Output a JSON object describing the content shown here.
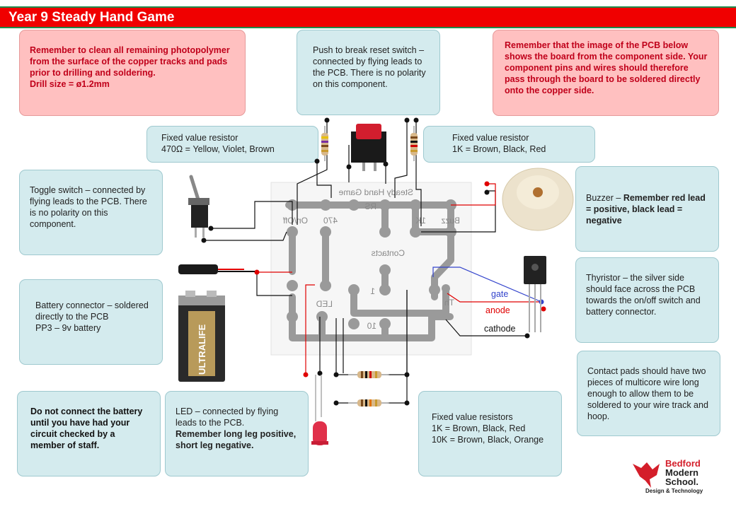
{
  "title": "Year 9 Steady Hand Game",
  "boxes": {
    "cleaning": {
      "text": "Remember to clean all remaining photopolymer from the surface of the copper tracks and pads prior to drilling and soldering.",
      "drill": "Drill size = ø1.2mm"
    },
    "reset_switch": "Push to break reset switch – connected by flying leads to the PCB. There is no polarity on this component.",
    "pcb_side": "Remember that the image of the PCB below shows the board from the component side. Your component pins and wires should therefore pass through the board to be soldered directly onto the copper side.",
    "resistor_470": {
      "line1": "Fixed value resistor",
      "line2": "470Ω = Yellow, Violet, Brown"
    },
    "resistor_1k": {
      "line1": "Fixed value resistor",
      "line2": "1K = Brown, Black, Red"
    },
    "toggle_switch": "Toggle switch – connected by flying leads to the PCB. There is no polarity on this component.",
    "buzzer": {
      "lead": "Buzzer – ",
      "bold": "Remember red lead = positive, black lead = negative"
    },
    "battery_connector": {
      "line1": "Battery connector – soldered directly to the PCB",
      "line2": "PP3 – 9v battery"
    },
    "thyristor": "Thyristor – the silver side should face across the PCB towards the on/off switch and battery connector.",
    "contact_pads": "Contact pads should have two pieces of multicore wire long enough to allow them to be soldered to your wire track and hoop.",
    "warning": "Do not connect the battery until you have had your circuit checked by a member of staff.",
    "led": {
      "line1": "LED – connected by flying leads to the PCB.",
      "bold": "Remember long leg positive, short leg negative."
    },
    "resistors_pair": {
      "line1": "Fixed value resistors",
      "line2": "1K = Brown, Black, Red",
      "line3": "10K = Brown, Black, Orange"
    }
  },
  "pcb_labels": {
    "title": "Steady Hand Game",
    "rs": "RS",
    "onoff": "On/Off",
    "r470": "470",
    "one_k": "1K",
    "buzz": "Buzz",
    "contacts": "Contacts",
    "led": "LED",
    "one": "1",
    "ten": "10",
    "th": "Th"
  },
  "thyristor_labels": {
    "gate": "gate",
    "anode": "anode",
    "cathode": "cathode"
  },
  "battery_brand": "ULTRALIFE",
  "logo": {
    "line1": "Bedford",
    "line2": "Modern",
    "line3": "School.",
    "tag": "Design & Technology"
  },
  "colors": {
    "title_red": "#f00000",
    "accent_green": "#1f8a4c",
    "box_blue": "#d4ebee",
    "box_pink": "#ffc0c0",
    "track": "#9a9a9a",
    "gate_blue": "#3344cc",
    "anode_red": "#e00000"
  }
}
